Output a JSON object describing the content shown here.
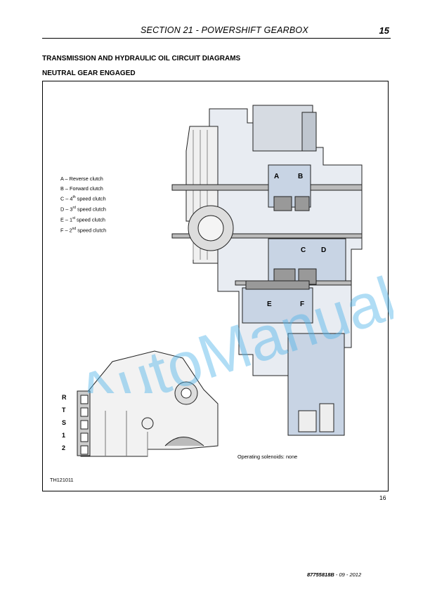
{
  "header": {
    "section_title": "SECTION 21 -  POWERSHIFT GEARBOX",
    "page_number": "15"
  },
  "headings": {
    "main": "TRANSMISSION AND HYDRAULIC OIL CIRCUIT DIAGRAMS",
    "sub": "NEUTRAL GEAR ENGAGED"
  },
  "legend": {
    "items": [
      {
        "letter": "A",
        "text": "Reverse clutch"
      },
      {
        "letter": "B",
        "text": "Forward clutch"
      },
      {
        "letter": "C",
        "text": "4",
        "sup": "th",
        "rest": " speed clutch"
      },
      {
        "letter": "D",
        "text": "3",
        "sup": "rd",
        "rest": " speed clutch"
      },
      {
        "letter": "E",
        "text": "1",
        "sup": "st",
        "rest": " speed clutch"
      },
      {
        "letter": "F",
        "text": "2",
        "sup": "nd",
        "rest": " speed clutch"
      }
    ]
  },
  "diagram_labels": {
    "A": "A",
    "B": "B",
    "C": "C",
    "D": "D",
    "E": "E",
    "F": "F"
  },
  "solenoid_labels": [
    "R",
    "T",
    "S",
    "1",
    "2"
  ],
  "caption": "Operating solenoids: none",
  "reference": "TH121011",
  "figure_number": "16",
  "footer": {
    "doc_number": "87755818B",
    "date": " - 09 - 2012"
  },
  "watermark": "AutoManual",
  "colors": {
    "oil_fill": "#c8d4e4",
    "watermark": "#4fb3e8"
  }
}
